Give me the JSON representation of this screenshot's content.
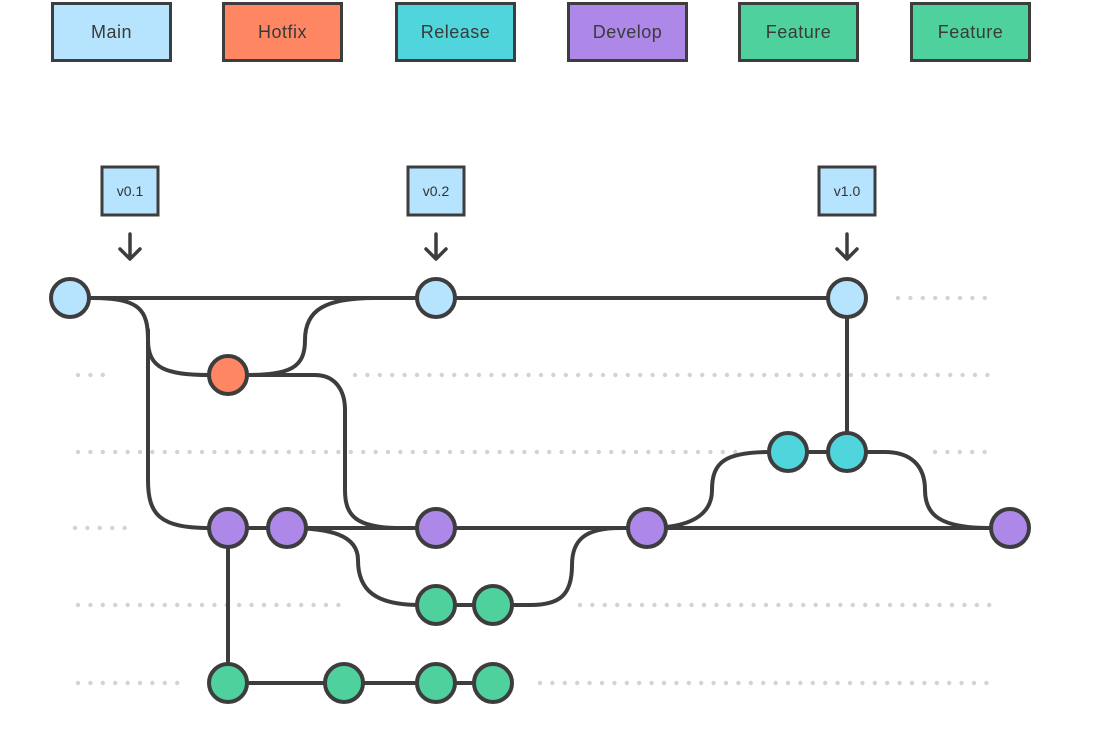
{
  "legend": [
    {
      "label": "Main",
      "color": "#b6e3fd"
    },
    {
      "label": "Hotfix",
      "color": "#fe8663"
    },
    {
      "label": "Release",
      "color": "#4fd5db"
    },
    {
      "label": "Develop",
      "color": "#ad88e8"
    },
    {
      "label": "Feature",
      "color": "#4fd19e"
    },
    {
      "label": "Feature",
      "color": "#4fd19e"
    }
  ],
  "tags": [
    "v0.1",
    "v0.2",
    "v1.0"
  ],
  "colors": {
    "main": "#b6e3fd",
    "hotfix": "#fe8663",
    "release": "#4fd5db",
    "develop": "#ad88e8",
    "feature": "#4fd19e",
    "stroke": "#3d3d3d",
    "dots": "#d3d3d3"
  }
}
